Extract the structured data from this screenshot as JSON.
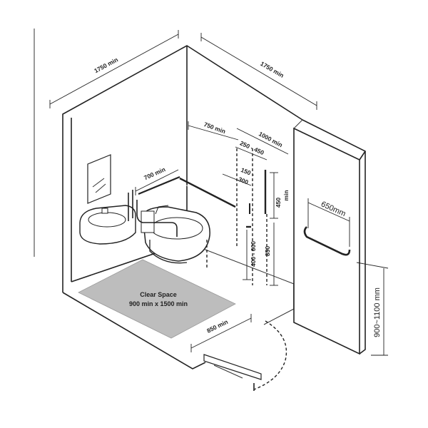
{
  "labels": {
    "left_wall_length": "1750 min",
    "right_wall_length": "1750 min",
    "grab_rail_offset": "750 min",
    "wall_extent": "1000 min",
    "rail_range": "250 - 450",
    "rail_height_a": "150 -",
    "rail_height_b": "300",
    "basin_rail": "700 min",
    "vertical_rail_height": "450",
    "vertical_rail_height_unit": "min",
    "seat_height": "850",
    "basin_height_range": "400 - 600",
    "door_rail_width": "650mm",
    "door_rail_height": "900~1100 mm",
    "door_width": "850 min",
    "clear_space_title": "Clear Space",
    "clear_space_size": "900 min x 1500 min"
  }
}
